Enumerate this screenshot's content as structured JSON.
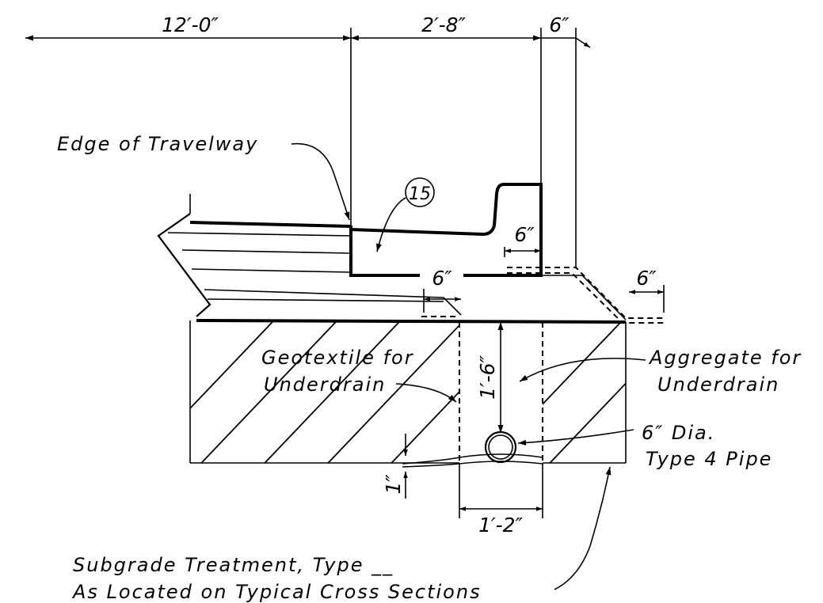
{
  "labels": {
    "edge_of_travelway": "Edge of Travelway",
    "geotextile_line1": "Geotextile for",
    "geotextile_line2": "Underdrain",
    "aggregate_line1": "Aggregate for",
    "aggregate_line2": "Underdrain",
    "pipe_line1": "6″ Dia.",
    "pipe_line2": "Type 4 Pipe",
    "subgrade_line1": "Subgrade Treatment, Type __",
    "subgrade_line2": "As Located on Typical Cross Sections"
  },
  "callout": {
    "number": "15"
  },
  "dimensions": {
    "top_12ft": "12′-0″",
    "top_2ft8": "2′-8″",
    "top_6in": "6″",
    "curb_6in": "6″",
    "gutter_6in": "6″",
    "right_6in": "6″",
    "trench_depth": "1′-6″",
    "bottom_1in": "1″",
    "trench_width": "1′-2″"
  }
}
